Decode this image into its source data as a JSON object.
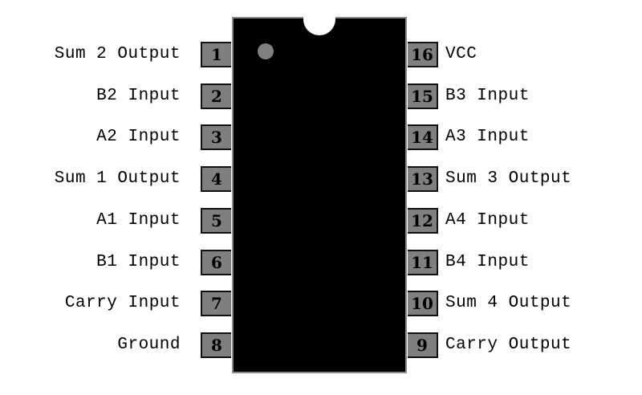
{
  "diagram": {
    "type": "IC pinout (16-pin DIP)",
    "colors": {
      "body": "#000000",
      "pin_fill": "#7f7f7f",
      "pin_border": "#111111",
      "orientation_dot": "#808080"
    },
    "left_pins": [
      {
        "number": "1",
        "label": "Sum 2 Output"
      },
      {
        "number": "2",
        "label": "B2 Input"
      },
      {
        "number": "3",
        "label": "A2 Input"
      },
      {
        "number": "4",
        "label": "Sum 1 Output"
      },
      {
        "number": "5",
        "label": "A1 Input"
      },
      {
        "number": "6",
        "label": "B1 Input"
      },
      {
        "number": "7",
        "label": "Carry Input"
      },
      {
        "number": "8",
        "label": "Ground"
      }
    ],
    "right_pins": [
      {
        "number": "16",
        "label": "VCC"
      },
      {
        "number": "15",
        "label": "B3 Input"
      },
      {
        "number": "14",
        "label": "A3 Input"
      },
      {
        "number": "13",
        "label": "Sum 3 Output"
      },
      {
        "number": "12",
        "label": "A4 Input"
      },
      {
        "number": "11",
        "label": "B4 Input"
      },
      {
        "number": "10",
        "label": "Sum 4 Output"
      },
      {
        "number": "9",
        "label": "Carry Output"
      }
    ]
  }
}
